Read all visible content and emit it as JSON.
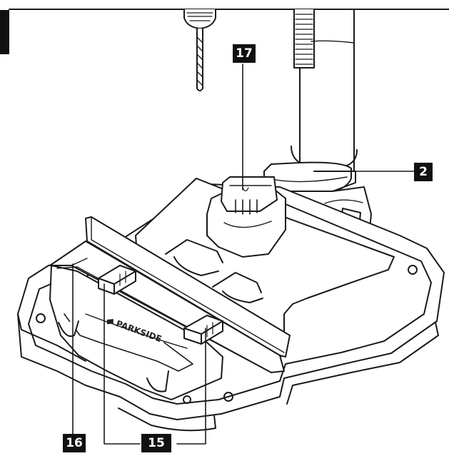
{
  "figure": {
    "callouts": [
      {
        "id": "17",
        "label": "17"
      },
      {
        "id": "2",
        "label": "2"
      },
      {
        "id": "16",
        "label": "16"
      },
      {
        "id": "15",
        "label": "15"
      }
    ],
    "brand_logo": "PARKSIDE"
  },
  "colors": {
    "line": "#1a1a1a",
    "callout_bg": "#111111",
    "callout_text": "#ffffff",
    "background": "#ffffff"
  }
}
